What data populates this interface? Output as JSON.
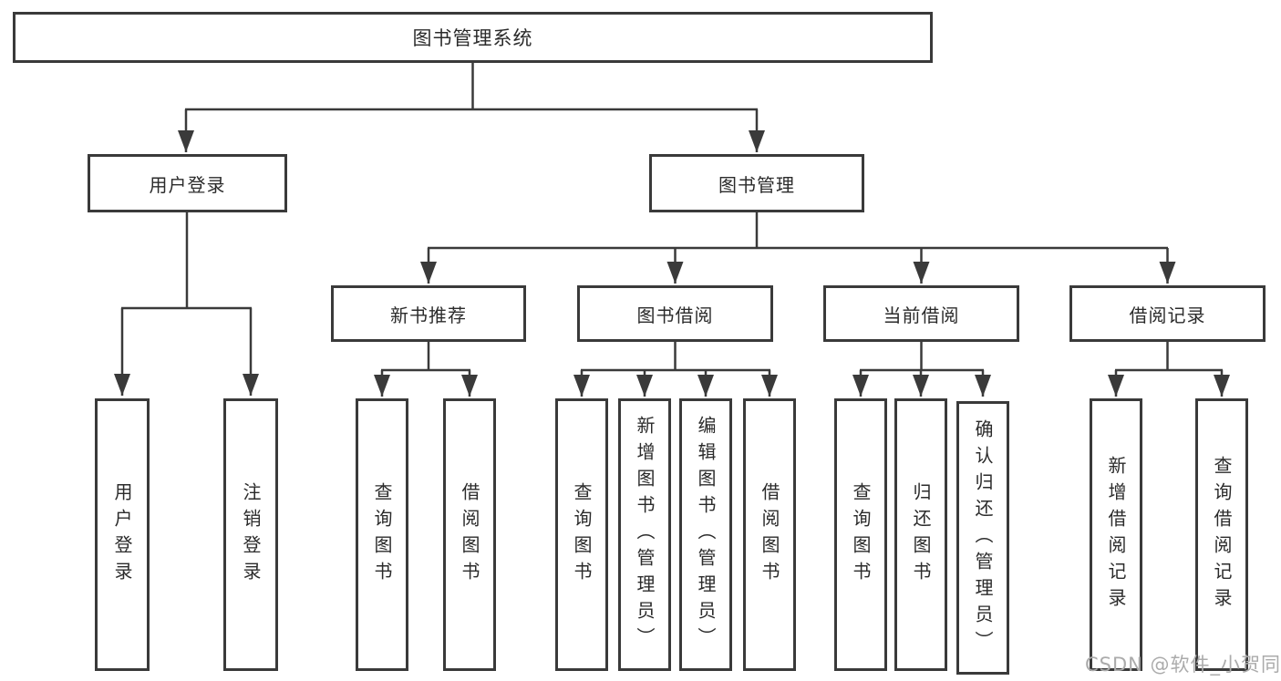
{
  "diagram": {
    "root": {
      "label": "图书管理系统"
    },
    "branches": [
      {
        "label": "用户登录",
        "children": [
          {
            "label": "用户登录"
          },
          {
            "label": "注销登录"
          }
        ]
      },
      {
        "label": "图书管理",
        "children": [
          {
            "label": "新书推荐",
            "children": [
              {
                "label": "查询图书"
              },
              {
                "label": "借阅图书"
              }
            ]
          },
          {
            "label": "图书借阅",
            "children": [
              {
                "label": "查询图书"
              },
              {
                "label": "新增图书（管理员）"
              },
              {
                "label": "编辑图书（管理员）"
              },
              {
                "label": "借阅图书"
              }
            ]
          },
          {
            "label": "当前借阅",
            "children": [
              {
                "label": "查询图书"
              },
              {
                "label": "归还图书"
              },
              {
                "label": "确认归还（管理员）"
              }
            ]
          },
          {
            "label": "借阅记录",
            "children": [
              {
                "label": "新增借阅记录"
              },
              {
                "label": "查询借阅记录"
              }
            ]
          }
        ]
      }
    ]
  },
  "watermark": "CSDN @软件_小贺同学",
  "colors": {
    "line": "#3a3a3a",
    "text": "#2b2b2b",
    "watermark": "#ababab",
    "background": "#ffffff"
  }
}
